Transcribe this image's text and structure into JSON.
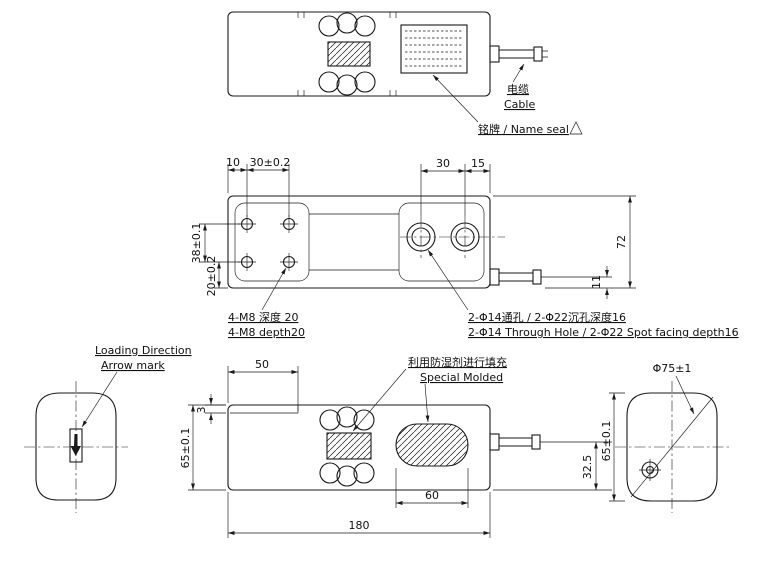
{
  "colors": {
    "line": "#1a1a1a",
    "bg": "#ffffff"
  },
  "top_view": {
    "cable_cn": "电缆",
    "cable_en": "Cable",
    "name_seal": "铭牌 / Name seal"
  },
  "plan_view": {
    "dim_10": "10",
    "dim_30_tol": "30±0.2",
    "dim_30": "30",
    "dim_15": "15",
    "dim_38_tol": "38±0.1",
    "dim_20_tol": "20±0.2",
    "dim_72": "72",
    "dim_11": "11",
    "note_m8_cn": "4-M8 深度 20",
    "note_m8_en": "4-M8 depth20",
    "note_hole_cn": "2-Φ14通孔 / 2-Φ22沉孔深度16",
    "note_hole_en": "2-Φ14 Through Hole / 2-Φ22 Spot facing depth16"
  },
  "left_end_view": {
    "label_1": "Loading Direction",
    "label_2": "Arrow mark"
  },
  "side_view": {
    "dim_50": "50",
    "dim_3": "3",
    "dim_65_tol": "65±0.1",
    "dim_32_5": "32.5",
    "dim_60": "60",
    "dim_180": "180",
    "note_mold_cn": "利用防湿剂进行填充",
    "note_mold_en": "Special Molded"
  },
  "right_end_view": {
    "dim_d75": "Φ75±1",
    "dim_65_tol": "65±0.1"
  }
}
